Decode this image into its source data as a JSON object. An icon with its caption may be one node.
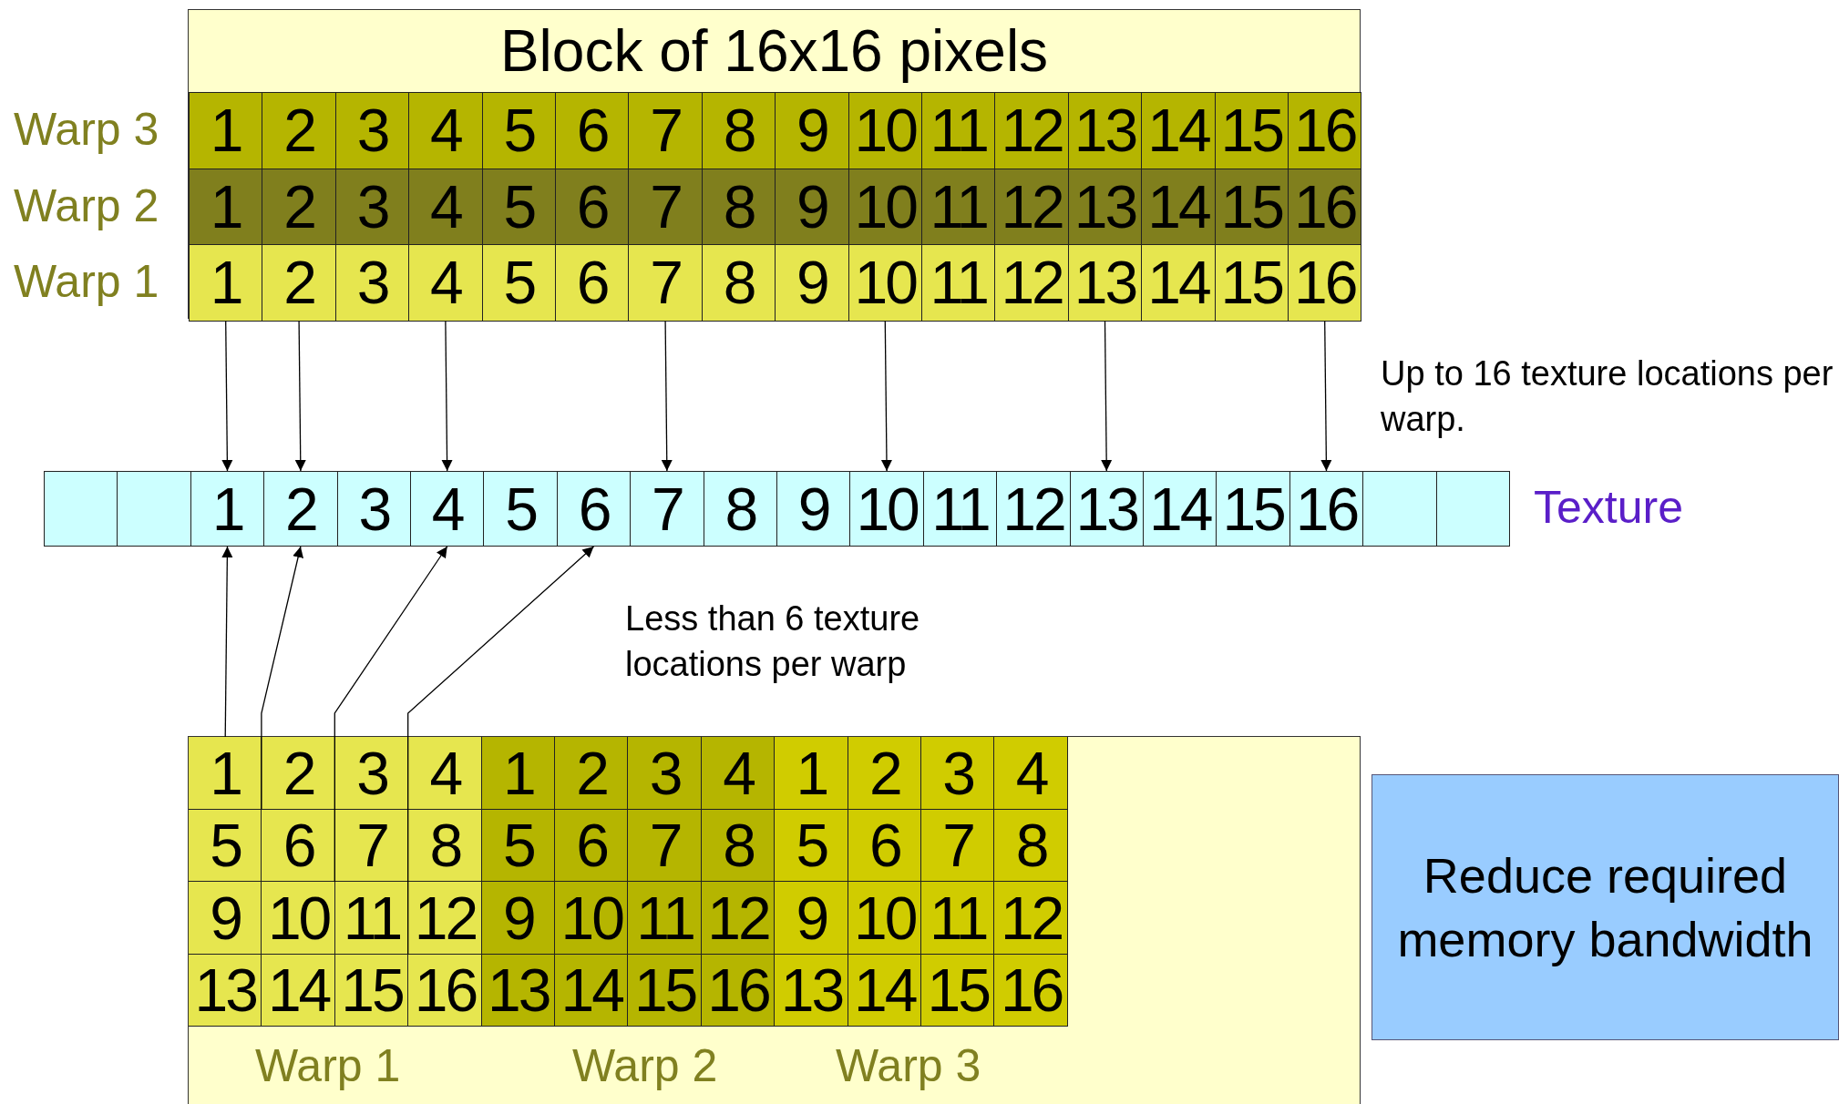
{
  "diagram": {
    "nodes": [
      {
        "text": [
          "Block of 16x16 pixels"
        ]
      },
      {
        "text": [
          "1"
        ],
        "in": 0
      },
      {
        "text": [
          "2"
        ],
        "in": 0
      },
      {
        "text": [
          "3"
        ],
        "in": 0
      },
      {
        "text": [
          "4"
        ],
        "in": 0
      },
      {
        "text": [
          "5"
        ],
        "in": 0
      },
      {
        "text": [
          "6"
        ],
        "in": 0
      },
      {
        "text": [
          "7"
        ],
        "in": 0
      },
      {
        "text": [
          "8"
        ],
        "in": 0
      },
      {
        "text": [
          "9"
        ],
        "in": 0
      },
      {
        "text": [
          "10"
        ],
        "in": 0
      },
      {
        "text": [
          "11"
        ],
        "in": 0
      },
      {
        "text": [
          "12"
        ],
        "in": 0
      },
      {
        "text": [
          "13"
        ],
        "in": 0
      },
      {
        "text": [
          "14"
        ],
        "in": 0
      },
      {
        "text": [
          "15"
        ],
        "in": 0
      },
      {
        "text": [
          "16"
        ],
        "in": 0
      },
      {
        "text": [
          "1"
        ],
        "in": 0
      },
      {
        "text": [
          "2"
        ],
        "in": 0
      },
      {
        "text": [
          "3"
        ],
        "in": 0
      },
      {
        "text": [
          "4"
        ],
        "in": 0
      },
      {
        "text": [
          "5"
        ],
        "in": 0
      },
      {
        "text": [
          "6"
        ],
        "in": 0
      },
      {
        "text": [
          "7"
        ],
        "in": 0
      },
      {
        "text": [
          "8"
        ],
        "in": 0
      },
      {
        "text": [
          "9"
        ],
        "in": 0
      },
      {
        "text": [
          "10"
        ],
        "in": 0
      },
      {
        "text": [
          "11"
        ],
        "in": 0
      },
      {
        "text": [
          "12"
        ],
        "in": 0
      },
      {
        "text": [
          "13"
        ],
        "in": 0
      },
      {
        "text": [
          "14"
        ],
        "in": 0
      },
      {
        "text": [
          "15"
        ],
        "in": 0
      },
      {
        "text": [
          "16"
        ],
        "in": 0
      },
      {
        "text": [
          "1"
        ],
        "in": 0
      },
      {
        "text": [
          "2"
        ],
        "in": 0
      },
      {
        "text": [
          "3"
        ],
        "in": 0
      },
      {
        "text": [
          "4"
        ],
        "in": 0
      },
      {
        "text": [
          "5"
        ],
        "in": 0
      },
      {
        "text": [
          "6"
        ],
        "in": 0
      },
      {
        "text": [
          "7"
        ],
        "in": 0
      },
      {
        "text": [
          "8"
        ],
        "in": 0
      },
      {
        "text": [
          "9"
        ],
        "in": 0
      },
      {
        "text": [
          "10"
        ],
        "in": 0
      },
      {
        "text": [
          "11"
        ],
        "in": 0
      },
      {
        "text": [
          "12"
        ],
        "in": 0
      },
      {
        "text": [
          "13"
        ],
        "in": 0
      },
      {
        "text": [
          "14"
        ],
        "in": 0
      },
      {
        "text": [
          "15"
        ],
        "in": 0
      },
      {
        "text": [
          "16"
        ],
        "in": 0
      },
      {
        "text": [],
        "shape": "box"
      },
      {
        "text": [],
        "shape": "box"
      },
      {
        "text": [
          "1"
        ]
      },
      {
        "text": [
          "2"
        ]
      },
      {
        "text": [
          "3"
        ]
      },
      {
        "text": [
          "4"
        ]
      },
      {
        "text": [
          "5"
        ]
      },
      {
        "text": [
          "6"
        ]
      },
      {
        "text": [
          "7"
        ]
      },
      {
        "text": [
          "8"
        ]
      },
      {
        "text": [
          "9"
        ]
      },
      {
        "text": [
          "10"
        ]
      },
      {
        "text": [
          "11"
        ]
      },
      {
        "text": [
          "12"
        ]
      },
      {
        "text": [
          "13"
        ]
      },
      {
        "text": [
          "14"
        ]
      },
      {
        "text": [
          "15"
        ]
      },
      {
        "text": [
          "16"
        ]
      },
      {
        "text": [],
        "shape": "box"
      },
      {
        "text": [],
        "shape": "box"
      },
      {
        "text": [],
        "shape": "box"
      },
      {
        "text": [
          "1"
        ],
        "in": 69
      },
      {
        "text": [
          "2"
        ],
        "in": 69
      },
      {
        "text": [
          "3"
        ],
        "in": 69
      },
      {
        "text": [
          "4"
        ],
        "in": 69
      },
      {
        "text": [
          "1"
        ],
        "in": 69
      },
      {
        "text": [
          "2"
        ],
        "in": 69
      },
      {
        "text": [
          "3"
        ],
        "in": 69
      },
      {
        "text": [
          "4"
        ],
        "in": 69
      },
      {
        "text": [
          "1"
        ],
        "in": 69
      },
      {
        "text": [
          "2"
        ],
        "in": 69
      },
      {
        "text": [
          "3"
        ],
        "in": 69
      },
      {
        "text": [
          "4"
        ],
        "in": 69
      },
      {
        "text": [
          "5"
        ],
        "in": 69
      },
      {
        "text": [
          "6"
        ],
        "in": 69
      },
      {
        "text": [
          "7"
        ],
        "in": 69
      },
      {
        "text": [
          "8"
        ],
        "in": 69
      },
      {
        "text": [
          "5"
        ],
        "in": 69
      },
      {
        "text": [
          "6"
        ],
        "in": 69
      },
      {
        "text": [
          "7"
        ],
        "in": 69
      },
      {
        "text": [
          "8"
        ],
        "in": 69
      },
      {
        "text": [
          "5"
        ],
        "in": 69
      },
      {
        "text": [
          "6"
        ],
        "in": 69
      },
      {
        "text": [
          "7"
        ],
        "in": 69
      },
      {
        "text": [
          "8"
        ],
        "in": 69
      },
      {
        "text": [
          "9"
        ],
        "in": 69
      },
      {
        "text": [
          "10"
        ],
        "in": 69
      },
      {
        "text": [
          "11"
        ],
        "in": 69
      },
      {
        "text": [
          "12"
        ],
        "in": 69
      },
      {
        "text": [
          "9"
        ],
        "in": 69
      },
      {
        "text": [
          "10"
        ],
        "in": 69
      },
      {
        "text": [
          "11"
        ],
        "in": 69
      },
      {
        "text": [
          "12"
        ],
        "in": 69
      },
      {
        "text": [
          "9"
        ],
        "in": 69
      },
      {
        "text": [
          "10"
        ],
        "in": 69
      },
      {
        "text": [
          "11"
        ],
        "in": 69
      },
      {
        "text": [
          "12"
        ],
        "in": 69
      },
      {
        "text": [
          "13"
        ],
        "in": 69
      },
      {
        "text": [
          "14"
        ],
        "in": 69
      },
      {
        "text": [
          "15"
        ],
        "in": 69
      },
      {
        "text": [
          "16"
        ],
        "in": 69
      },
      {
        "text": [
          "13"
        ],
        "in": 69
      },
      {
        "text": [
          "14"
        ],
        "in": 69
      },
      {
        "text": [
          "15"
        ],
        "in": 69
      },
      {
        "text": [
          "16"
        ],
        "in": 69
      },
      {
        "text": [
          "13"
        ],
        "in": 69
      },
      {
        "text": [
          "14"
        ],
        "in": 69
      },
      {
        "text": [
          "15"
        ],
        "in": 69
      },
      {
        "text": [
          "16"
        ],
        "in": 69
      },
      {
        "text": [
          "Reduce required memory bandwidth"
        ]
      }
    ],
    "edges": [
      {
        "from": 33,
        "to": 51,
        "arrow": "to"
      },
      {
        "from": 34,
        "to": 52,
        "arrow": "to"
      },
      {
        "from": 36,
        "to": 54,
        "arrow": "to"
      },
      {
        "from": 39,
        "to": 57,
        "arrow": "to"
      },
      {
        "from": 42,
        "to": 60,
        "arrow": "to"
      },
      {
        "from": 45,
        "to": 63,
        "arrow": "to"
      },
      {
        "from": 48,
        "to": 66,
        "arrow": "to"
      },
      {
        "from": 70,
        "to": 51,
        "arrow": "to"
      },
      {
        "from": 83,
        "to": 52,
        "arrow": "to"
      },
      {
        "from": 96,
        "to": 54,
        "arrow": "to"
      },
      {
        "from": 109,
        "to": 56,
        "arrow": "to"
      }
    ],
    "labels": [
      "Warp 3",
      "Warp 2",
      "Warp 1",
      "Up to 16 texture locations per warp.",
      "Texture",
      "Less than 6 texture locations per warp",
      "Warp 1",
      "Warp 2",
      "Warp 3"
    ]
  }
}
